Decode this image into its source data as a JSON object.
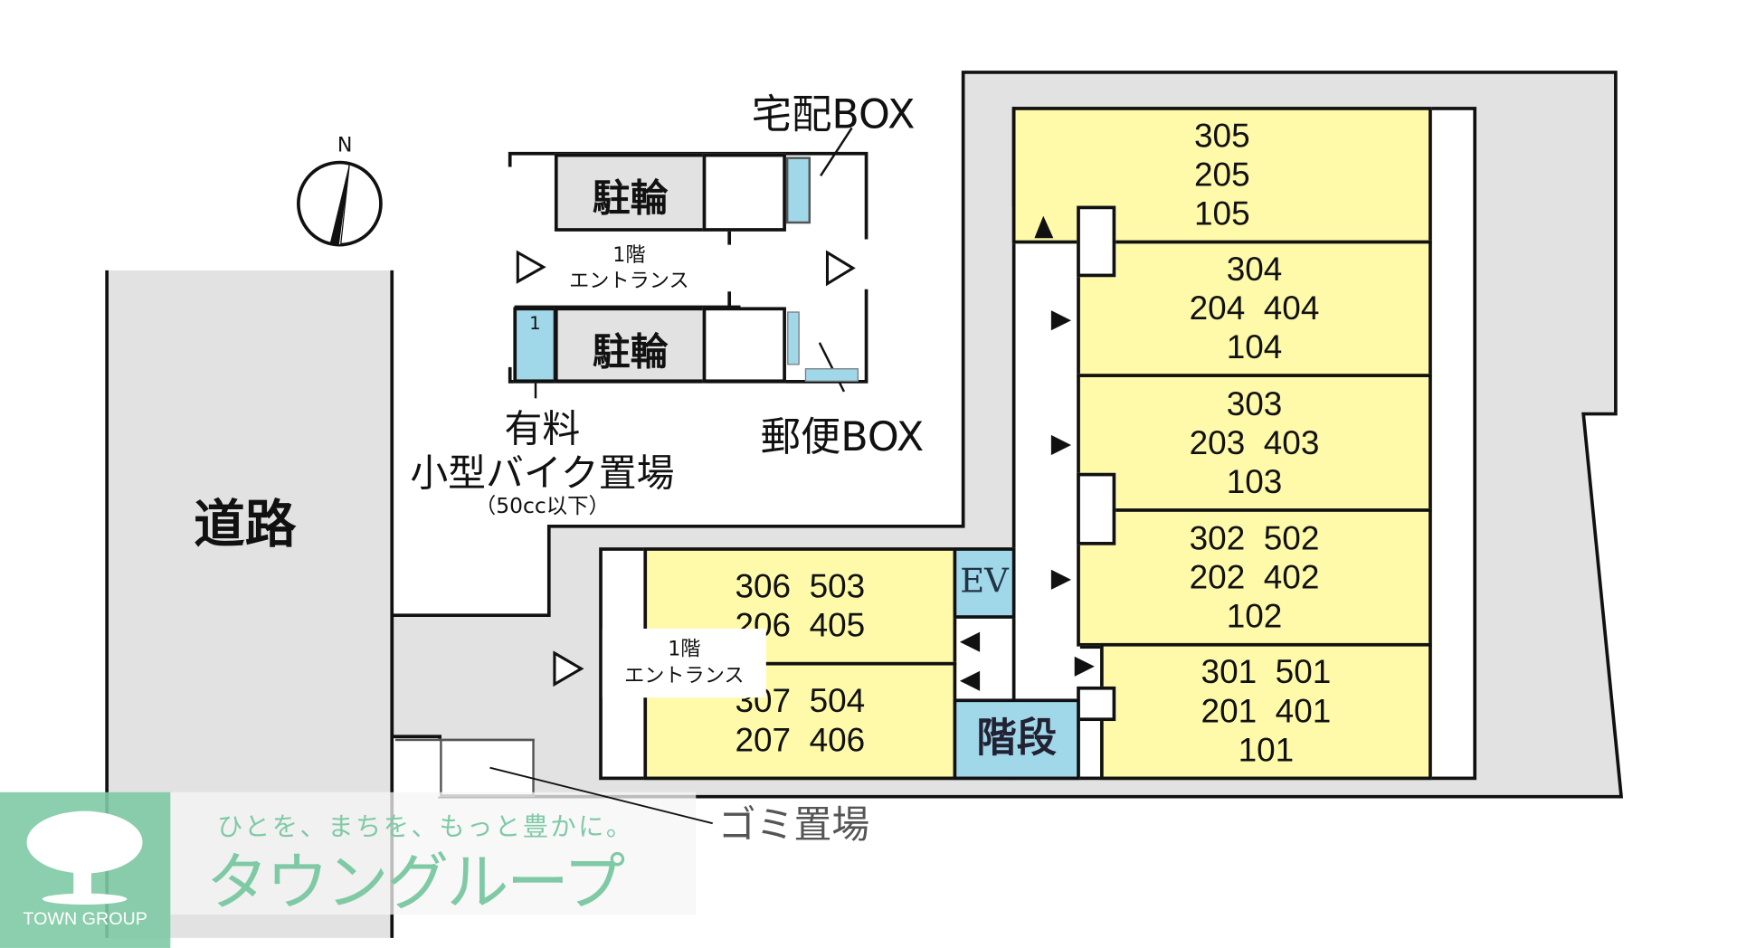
{
  "colors": {
    "unit": "#fffaaa",
    "facility": "#a0d8ea",
    "common_area": "#e2e2e2",
    "logo_green": "#7fcaa5"
  },
  "compass": {
    "north_label": "N",
    "icon": "compass-north-icon"
  },
  "road": {
    "label": "道路"
  },
  "bike_parking": {
    "upper_label": "駐輪",
    "lower_label": "駐輪",
    "small_slot_label": "1"
  },
  "delivery_box": {
    "label": "宅配BOX"
  },
  "mail_box": {
    "label": "郵便BOX"
  },
  "motorbike_parking": {
    "line1": "有料",
    "line2": "小型バイク置場",
    "line3": "（50cc以下）"
  },
  "entrances": [
    {
      "label": "1階\nエントランス"
    },
    {
      "label": "1階\nエントランス"
    }
  ],
  "facilities": {
    "elevator": "EV",
    "stairs": "階段",
    "garbage": "ゴミ置場"
  },
  "units_right": [
    {
      "rooms": "305\n205\n105"
    },
    {
      "rooms": "304\n204  404\n104"
    },
    {
      "rooms": "303\n203  403\n103"
    },
    {
      "rooms": "302  502\n202  402\n102"
    },
    {
      "rooms": "301  501\n201  401\n101"
    }
  ],
  "units_left": [
    {
      "rooms": "306  503\n206  405"
    },
    {
      "rooms": "307  504\n207  406"
    }
  ],
  "logo": {
    "brand_en": "TOWN GROUP",
    "tagline": "ひとを、まちを、もっと豊かに。",
    "brand_jp": "タウングループ"
  }
}
